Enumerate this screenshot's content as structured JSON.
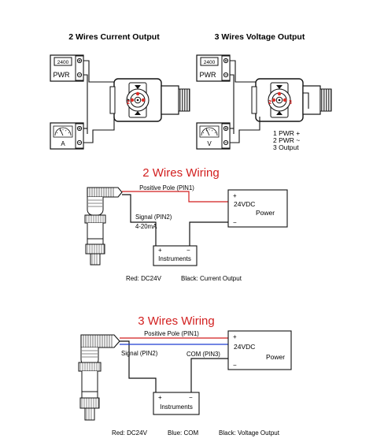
{
  "top": {
    "left_title": "2 Wires Current Output",
    "right_title": "3 Wires Voltage Output",
    "pwr_label": "PWR",
    "display_value": "2400",
    "ammeter_label": "A",
    "voltmeter_label": "V",
    "connector_pin_2": "2",
    "connector_pin_3": "3",
    "pin_list": [
      "1 PWR +",
      "2 PWR ~",
      "3 Output"
    ]
  },
  "two_wire": {
    "heading": "2 Wires Wiring",
    "positive_pole": "Positive Pole (PIN1)",
    "signal": "Signal (PIN2)",
    "current_range": "4-20mA",
    "supply": "24VDC",
    "power": "Power",
    "plus": "+",
    "minus": "−",
    "instruments": "Instruments",
    "legend_red": "Red: DC24V",
    "legend_black": "Black: Current Output"
  },
  "three_wire": {
    "heading": "3 Wires Wiring",
    "positive_pole": "Positive Pole (PIN1)",
    "signal": "Signal (PIN2)",
    "com": "COM (PIN3)",
    "supply": "24VDC",
    "power": "Power",
    "plus": "+",
    "minus": "−",
    "instruments": "Instruments",
    "legend_red": "Red: DC24V",
    "legend_blue": "Blue: COM",
    "legend_black": "Black: Voltage Output"
  },
  "colors": {
    "heading_red": "#d21f1f",
    "wire_red": "#d21f1f",
    "wire_blue": "#1f3fd2",
    "wire_black": "#111111",
    "dot_red": "#e0302a"
  }
}
